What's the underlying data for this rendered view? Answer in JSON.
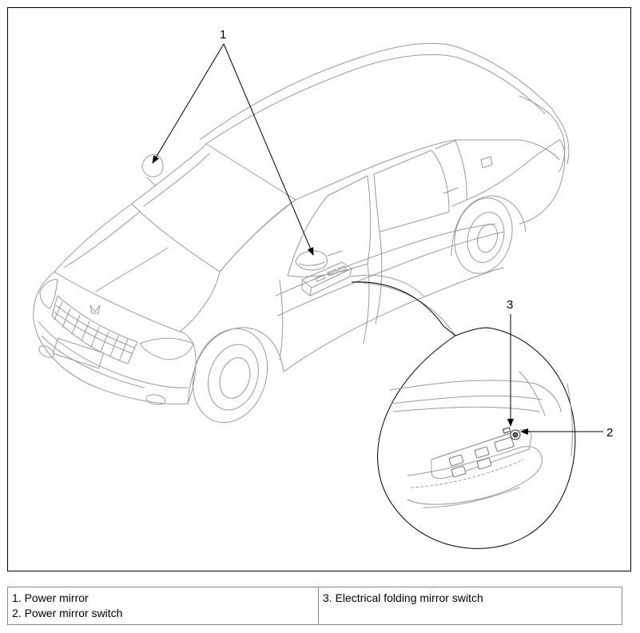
{
  "callouts": [
    {
      "number": "1"
    },
    {
      "number": "2"
    },
    {
      "number": "3"
    }
  ],
  "legend": {
    "left_column": [
      "1. Power mirror",
      "2. Power mirror switch"
    ],
    "right_column": [
      "3. Electrical folding mirror switch"
    ]
  },
  "colors": {
    "line_art": "#9a9a9a",
    "leader_lines": "#000000",
    "table_border": "#8a8a8a"
  }
}
